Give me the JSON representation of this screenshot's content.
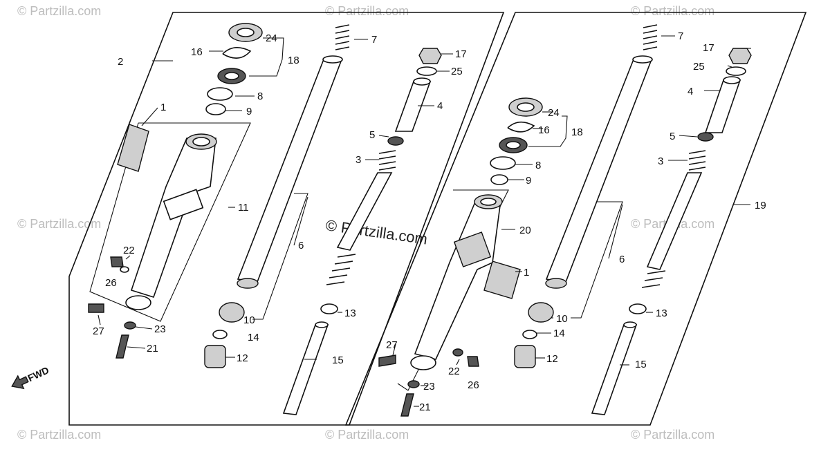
{
  "watermarks": {
    "corner": "© Partzilla.com",
    "center": "© Partzilla.com"
  },
  "fwd_label": "FWD",
  "left_assembly": {
    "labels": {
      "p1": "1",
      "p2": "2",
      "p3": "3",
      "p4": "4",
      "p5": "5",
      "p6": "6",
      "p7": "7",
      "p8": "8",
      "p9": "9",
      "p10": "10",
      "p11": "11",
      "p12": "12",
      "p13": "13",
      "p14": "14",
      "p15": "15",
      "p16": "16",
      "p17": "17",
      "p18": "18",
      "p21": "21",
      "p22": "22",
      "p23": "23",
      "p24": "24",
      "p25": "25",
      "p26": "26",
      "p27": "27"
    }
  },
  "right_assembly": {
    "labels": {
      "p1": "1",
      "p3": "3",
      "p4": "4",
      "p5": "5",
      "p6": "6",
      "p7": "7",
      "p8": "8",
      "p9": "9",
      "p10": "10",
      "p12": "12",
      "p13": "13",
      "p14": "14",
      "p15": "15",
      "p16": "16",
      "p17": "17",
      "p18": "18",
      "p19": "19",
      "p20": "20",
      "p21": "21",
      "p22": "22",
      "p23": "23",
      "p24": "24",
      "p25": "25",
      "p26": "26",
      "p27": "27"
    }
  }
}
